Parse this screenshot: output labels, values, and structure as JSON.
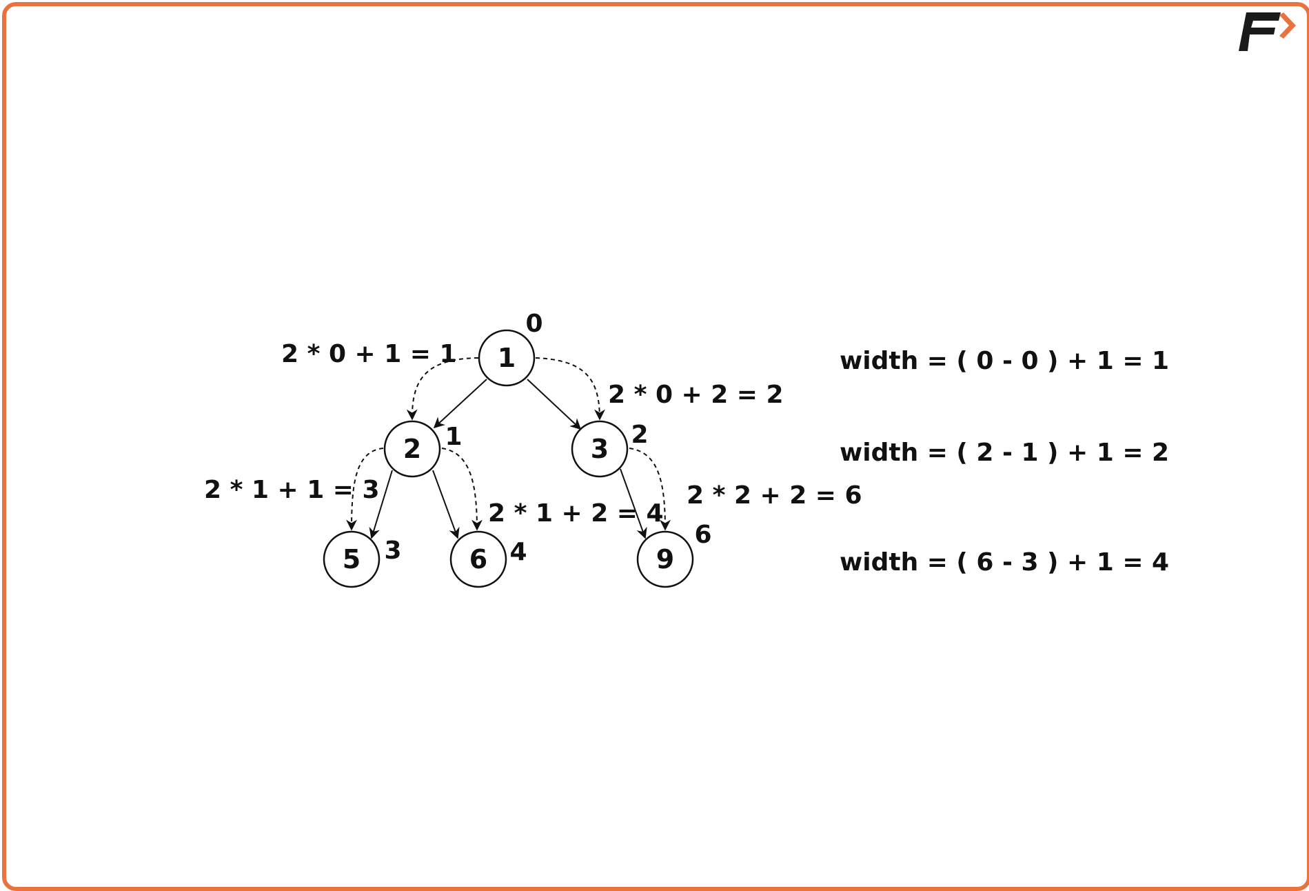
{
  "colors": {
    "frame": "#E8733F",
    "ink": "#111111",
    "logo_dark": "#1a1a1a",
    "logo_accent": "#E8733F"
  },
  "logo": {
    "icon": "brand-logo-icon"
  },
  "nodes": [
    {
      "value": "1",
      "index": "0"
    },
    {
      "value": "2",
      "index": "1"
    },
    {
      "value": "3",
      "index": "2"
    },
    {
      "value": "5",
      "index": "3"
    },
    {
      "value": "6",
      "index": "4"
    },
    {
      "value": "9",
      "index": "6"
    }
  ],
  "formulas": [
    "2 * 0 + 1 = 1",
    "2 * 0 + 2 = 2",
    "2 * 1 + 1 = 3",
    "2 * 1 + 2 = 4",
    "2 * 2 + 2 = 6"
  ],
  "widths": [
    "width = ( 0 - 0 ) + 1 = 1",
    "width = ( 2 - 1 ) + 1 = 2",
    "width = ( 6 - 3 ) + 1 = 4"
  ]
}
